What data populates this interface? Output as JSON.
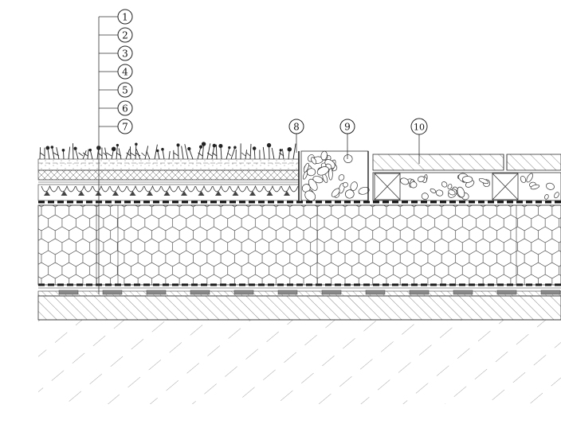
{
  "callouts_left": [
    "1",
    "2",
    "3",
    "4",
    "5",
    "6",
    "7"
  ],
  "callouts_top": [
    "8",
    "9",
    "10"
  ],
  "colors": {
    "ink": "#1a1a1a",
    "line": "#333333",
    "hatch": "#555555",
    "membrane": "#111111",
    "pad": "#8a8a8a",
    "paper": "#ffffff"
  }
}
